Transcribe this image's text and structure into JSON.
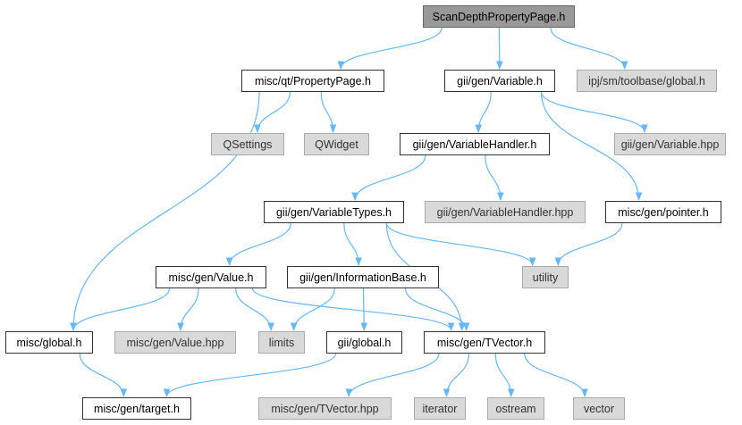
{
  "nodes": {
    "root": {
      "label": "ScanDepthPropertyPage.h",
      "kind": "root"
    },
    "propertypage": {
      "label": "misc/qt/PropertyPage.h",
      "kind": "local"
    },
    "variable": {
      "label": "gii/gen/Variable.h",
      "kind": "local"
    },
    "toolbase": {
      "label": "ipj/sm/toolbase/global.h",
      "kind": "external"
    },
    "qsettings": {
      "label": "QSettings",
      "kind": "external"
    },
    "qwidget": {
      "label": "QWidget",
      "kind": "external"
    },
    "variablehandler": {
      "label": "gii/gen/VariableHandler.h",
      "kind": "local"
    },
    "variablehpp": {
      "label": "gii/gen/Variable.hpp",
      "kind": "external"
    },
    "variabletypes": {
      "label": "gii/gen/VariableTypes.h",
      "kind": "local"
    },
    "variablehandlerhpp": {
      "label": "gii/gen/VariableHandler.hpp",
      "kind": "external"
    },
    "pointer": {
      "label": "misc/gen/pointer.h",
      "kind": "local"
    },
    "value": {
      "label": "misc/gen/Value.h",
      "kind": "local"
    },
    "informationbase": {
      "label": "gii/gen/InformationBase.h",
      "kind": "local"
    },
    "utility": {
      "label": "utility",
      "kind": "external"
    },
    "miscglobal": {
      "label": "misc/global.h",
      "kind": "local"
    },
    "valuehpp": {
      "label": "misc/gen/Value.hpp",
      "kind": "external"
    },
    "limits": {
      "label": "limits",
      "kind": "external"
    },
    "giiglobal": {
      "label": "gii/global.h",
      "kind": "local"
    },
    "tvector": {
      "label": "misc/gen/TVector.h",
      "kind": "local"
    },
    "target": {
      "label": "misc/gen/target.h",
      "kind": "local"
    },
    "tvectorhpp": {
      "label": "misc/gen/TVector.hpp",
      "kind": "external"
    },
    "iterator": {
      "label": "iterator",
      "kind": "external"
    },
    "ostream": {
      "label": "ostream",
      "kind": "external"
    },
    "vector": {
      "label": "vector",
      "kind": "external"
    }
  },
  "edges": [
    [
      "root",
      "propertypage"
    ],
    [
      "root",
      "variable"
    ],
    [
      "root",
      "toolbase"
    ],
    [
      "propertypage",
      "miscglobal"
    ],
    [
      "propertypage",
      "qsettings"
    ],
    [
      "propertypage",
      "qwidget"
    ],
    [
      "variable",
      "variablehandler"
    ],
    [
      "variable",
      "variablehpp"
    ],
    [
      "variable",
      "pointer"
    ],
    [
      "variablehandler",
      "variabletypes"
    ],
    [
      "variablehandler",
      "variablehandlerhpp"
    ],
    [
      "variabletypes",
      "value"
    ],
    [
      "variabletypes",
      "informationbase"
    ],
    [
      "variabletypes",
      "utility"
    ],
    [
      "variabletypes",
      "tvector"
    ],
    [
      "pointer",
      "utility"
    ],
    [
      "value",
      "miscglobal"
    ],
    [
      "value",
      "valuehpp"
    ],
    [
      "value",
      "limits"
    ],
    [
      "value",
      "tvector"
    ],
    [
      "informationbase",
      "limits"
    ],
    [
      "informationbase",
      "giiglobal"
    ],
    [
      "informationbase",
      "tvector"
    ],
    [
      "miscglobal",
      "target"
    ],
    [
      "giiglobal",
      "target"
    ],
    [
      "tvector",
      "tvectorhpp"
    ],
    [
      "tvector",
      "iterator"
    ],
    [
      "tvector",
      "ostream"
    ],
    [
      "tvector",
      "vector"
    ]
  ],
  "colors": {
    "edge": "#63b8ff",
    "local_border": "#333333",
    "external_fill": "#d9d9d9",
    "root_fill": "#999999"
  }
}
